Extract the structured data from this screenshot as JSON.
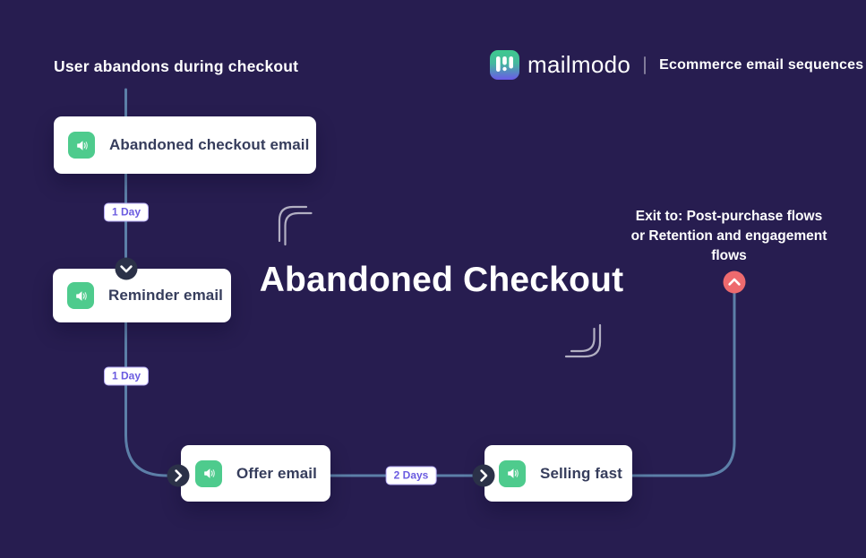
{
  "colors": {
    "background": "#271D50",
    "connector_line": "#5C7FA8",
    "node_icon_green": "#4ECB8D",
    "exit_circle_red": "#EE6A6E",
    "step_circle_dark": "#2B3148",
    "delay_badge_purple": "#6A5BE0",
    "card_text": "#363D5C",
    "logo_gradient_top": "#3EC98E",
    "logo_gradient_bottom": "#6A5AE8"
  },
  "header": {
    "start_label": "User abandons during checkout",
    "brand": "mailmodo",
    "tagline": "Ecommerce email sequences"
  },
  "title": "Abandoned Checkout",
  "exit_note": {
    "lines": [
      "Exit to: Post-purchase flows",
      "or Retention and engagement",
      "flows"
    ]
  },
  "nodes": [
    {
      "label": "Abandoned checkout email",
      "icon": "megaphone-icon"
    },
    {
      "label": "Reminder email",
      "icon": "megaphone-icon"
    },
    {
      "label": "Offer email",
      "icon": "megaphone-icon"
    },
    {
      "label": "Selling fast",
      "icon": "megaphone-icon"
    }
  ],
  "delays": [
    {
      "label": "1 Day"
    },
    {
      "label": "1 Day"
    },
    {
      "label": "2 Days"
    }
  ]
}
